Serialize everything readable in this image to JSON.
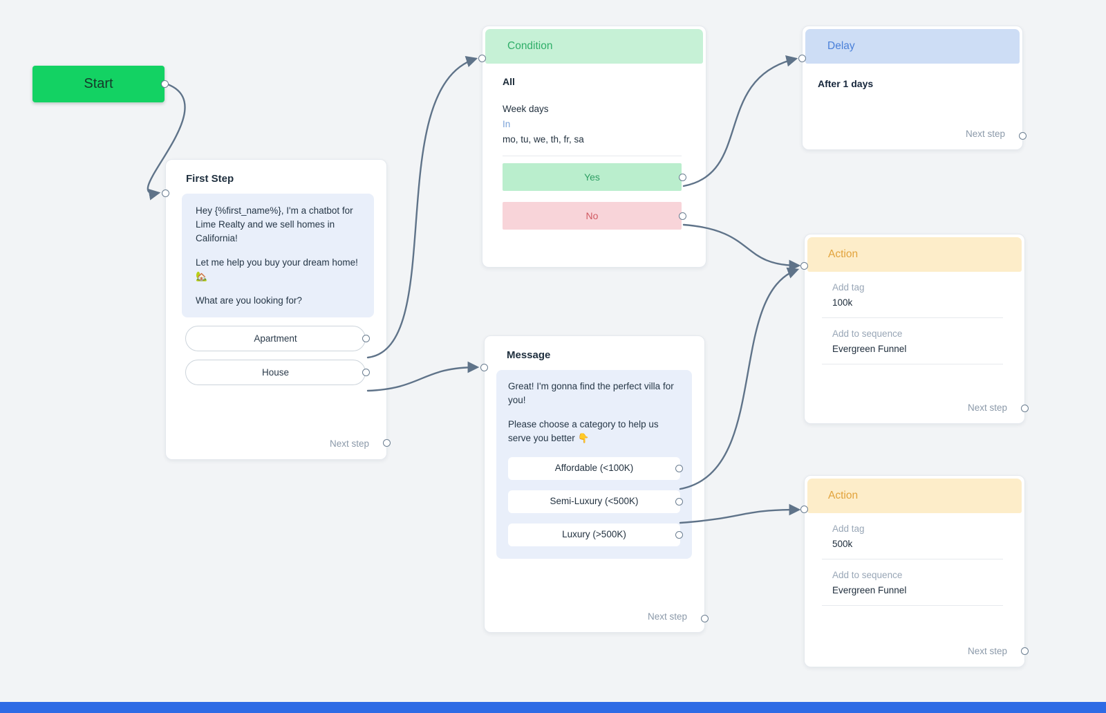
{
  "colors": {
    "canvas_bg": "#f2f4f6",
    "edge": "#5f7389",
    "start_green": "#13d263",
    "bubble_bg": "#e9effa",
    "cond_bg": "#c6f1d6",
    "cond_text": "#2fae68",
    "yes_bg": "#baeecd",
    "yes_text": "#2f9e63",
    "no_bg": "#f8d4d9",
    "no_text": "#d05a62",
    "delay_bg": "#cdddf5",
    "delay_text": "#4a80d9",
    "action_bg": "#fdedc9",
    "action_text": "#e2a33c",
    "label_gray": "#98a6b6",
    "op_blue": "#7aa2d8",
    "bottom_bar": "#2e6be5"
  },
  "start": {
    "label": "Start"
  },
  "first_step": {
    "title": "First Step",
    "paragraphs": [
      "Hey {%first_name%}, I'm a chatbot for Lime Realty and we sell homes in California!",
      "Let me help you buy your dream home! 🏡",
      "What are you looking for?"
    ],
    "buttons": [
      "Apartment",
      "House"
    ],
    "next_step_label": "Next step"
  },
  "condition": {
    "title": "Condition",
    "match_label": "All",
    "field": "Week days",
    "operator": "In",
    "value": "mo, tu, we, th, fr, sa",
    "yes_label": "Yes",
    "no_label": "No"
  },
  "delay": {
    "title": "Delay",
    "text": "After 1 days",
    "next_step_label": "Next step"
  },
  "message": {
    "title": "Message",
    "paragraphs": [
      "Great! I'm gonna find the perfect villa for you!",
      "Please choose a category to help us serve you better 👇"
    ],
    "buttons": [
      "Affordable (<100K)",
      "Semi-Luxury (<500K)",
      "Luxury (>500K)"
    ],
    "next_step_label": "Next step"
  },
  "action_100k": {
    "title": "Action",
    "tag_label": "Add tag",
    "tag_value": "100k",
    "sequence_label": "Add to sequence",
    "sequence_value": "Evergreen Funnel",
    "next_step_label": "Next step"
  },
  "action_500k": {
    "title": "Action",
    "tag_label": "Add tag",
    "tag_value": "500k",
    "sequence_label": "Add to sequence",
    "sequence_value": "Evergreen Funnel",
    "next_step_label": "Next step"
  }
}
